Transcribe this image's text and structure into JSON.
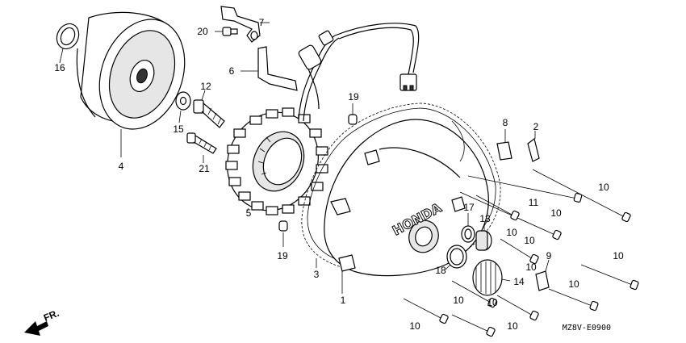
{
  "diagram": {
    "code": "MZ8V-E0900",
    "direction_label": "FR.",
    "cover_brand": "HONDA",
    "callouts": {
      "c1": "1",
      "c2": "2",
      "c3": "3",
      "c4": "4",
      "c5": "5",
      "c6": "6",
      "c7": "7",
      "c8": "8",
      "c9": "9",
      "c10a": "10",
      "c10b": "10",
      "c10c": "10",
      "c10d": "10",
      "c10e": "10",
      "c10f": "10",
      "c10g": "10",
      "c10h": "10",
      "c10i": "10",
      "c10j": "10",
      "c10k": "10",
      "c11": "11",
      "c12": "12",
      "c13": "13",
      "c14": "14",
      "c15": "15",
      "c16": "16",
      "c17": "17",
      "c18": "18",
      "c19a": "19",
      "c19b": "19",
      "c20": "20",
      "c21": "21"
    }
  }
}
